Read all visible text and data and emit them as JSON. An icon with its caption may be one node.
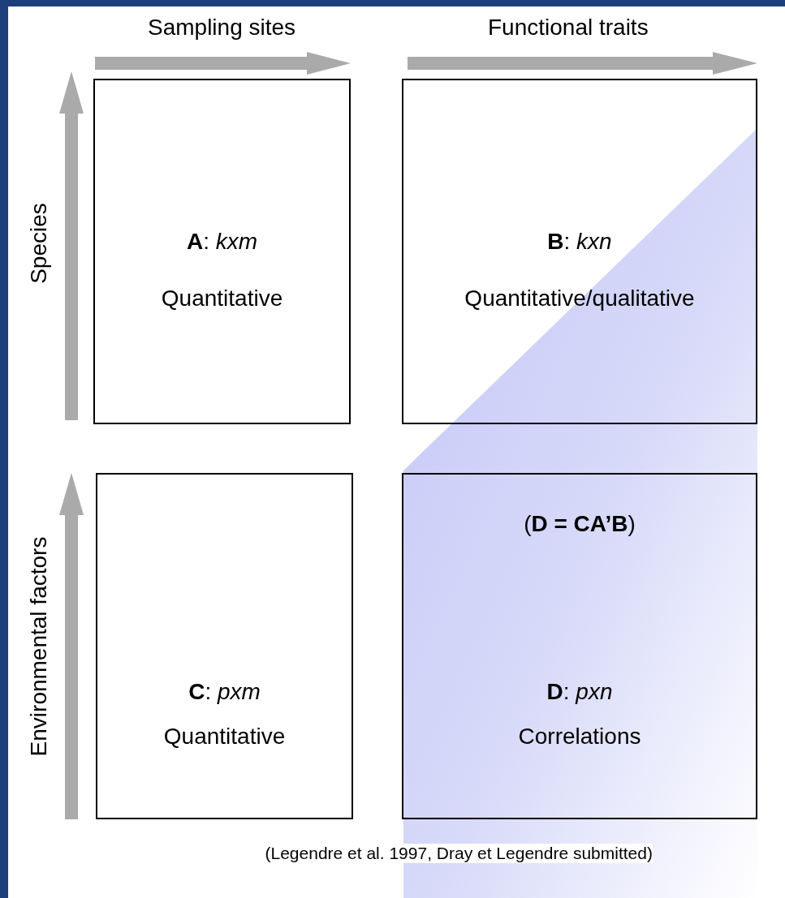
{
  "diagram": {
    "caption": "(Legendre et al. 1997, Dray et Legendre submitted)",
    "nodes": [
      {
        "text": [
          "**A**: *kxm*",
          "Quantitative"
        ]
      },
      {
        "text": [
          "**B**: *kxn*",
          "Quantitative/qualitative"
        ]
      },
      {
        "text": [
          "**C**: *pxm*",
          "Quantitative"
        ]
      },
      {
        "text": [
          "(**D = CA’B**)",
          "**D**: *pxn*",
          "Correlations"
        ]
      }
    ],
    "labels": [
      "Sampling sites",
      "Functional traits",
      "Species",
      "Environmental factors"
    ]
  }
}
